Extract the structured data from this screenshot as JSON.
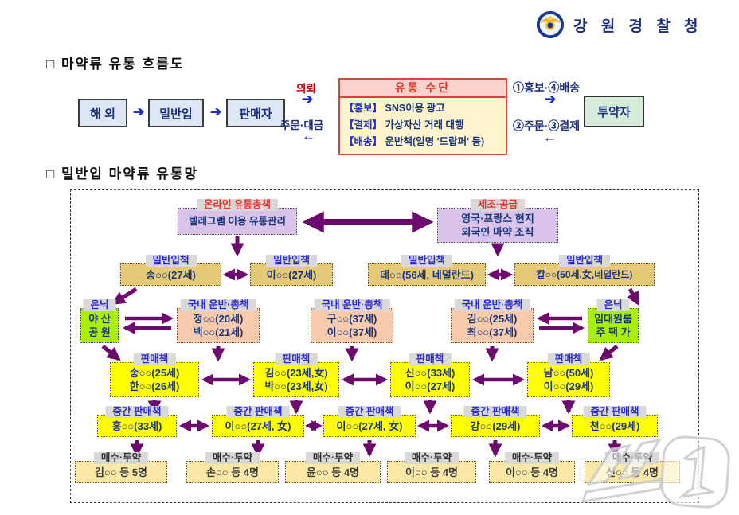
{
  "palette": {
    "arrow_purple": "#6d0a6d",
    "navy": "#17357c",
    "label_blue": "#2b2bd4",
    "label_red": "#e0362b",
    "tab_gray": "#d9d9d9",
    "lavender": "#d9c3ea",
    "tan": "#e6c977",
    "peach": "#f9cbad",
    "green": "#aaee00",
    "yellow": "#ffff00",
    "cream": "#fbe8a6"
  },
  "icons": {
    "arrow_right": "➔",
    "arrow_left": "←"
  },
  "header": {
    "agency_title": "강 원 경 찰 청"
  },
  "watermark": "뉴스1",
  "section1": {
    "title": "□ 마약류 유통 흐름도",
    "nodes": [
      "해 외",
      "밀반입",
      "판매자"
    ],
    "request_label": "의뢰",
    "order_label": "주문·대금",
    "means": {
      "title": "유통 수단",
      "rows": [
        {
          "tag": "【홍보】",
          "text": "SNS이용 광고"
        },
        {
          "tag": "【결제】",
          "text": "가상자산 거래 대행"
        },
        {
          "tag": "【배송】",
          "text": "운반책(일명 '드랍퍼' 등)"
        }
      ]
    },
    "promo_delivery": "①홍보·④배송",
    "order_payment": "②주문·③결제",
    "user_node": "투약자"
  },
  "section2": {
    "title": "□ 밀반입 마약류 유통망"
  },
  "network": {
    "top": [
      {
        "label": "온라인 유통총책",
        "lines": [
          "텔레그램 이용 유통관리"
        ]
      },
      {
        "label": "제조·공급",
        "lines": [
          "영국·프랑스 현지",
          "외국인 마약 조직"
        ]
      }
    ],
    "smugglers": [
      {
        "label": "밀반입책",
        "name": "송○○(27세)"
      },
      {
        "label": "밀반입책",
        "name": "이○○(27세)"
      },
      {
        "label": "밀반입책",
        "name": "데○○(56세, 네덜란드)"
      },
      {
        "label": "밀반입책",
        "name": "칼○○(50세,女,네덜란드)"
      }
    ],
    "hideouts": [
      {
        "label": "은닉",
        "lines": [
          "야 산",
          "공 원"
        ]
      },
      {
        "label": "은닉",
        "lines": [
          "임대원룸",
          "주 택 가"
        ]
      }
    ],
    "transporters": [
      {
        "label": "국내 운반·총책",
        "lines": [
          "정○○(20세)",
          "백○○(21세)"
        ]
      },
      {
        "label": "국내 운반·총책",
        "lines": [
          "구○○(37세)",
          "이○○(37세)"
        ]
      },
      {
        "label": "국내 운반·총책",
        "lines": [
          "김○○(25세)",
          "최○○(37세)"
        ]
      }
    ],
    "sellers": [
      {
        "label": "판매책",
        "lines": [
          "송○○(25세)",
          "한○○(26세)"
        ]
      },
      {
        "label": "판매책",
        "lines": [
          "김○○(23세,女)",
          "박○○(23세,女)"
        ]
      },
      {
        "label": "판매책",
        "lines": [
          "신○○(33세)",
          "이○○(27세)"
        ]
      },
      {
        "label": "판매책",
        "lines": [
          "남○○(50세)",
          "이○○(29세)"
        ]
      }
    ],
    "middlemen": [
      {
        "label": "중간 판매책",
        "name": "홍○○(33세)"
      },
      {
        "label": "중간 판매책",
        "name": "이○○(27세, 女)"
      },
      {
        "label": "중간 판매책",
        "name": "이○○(27세, 女)"
      },
      {
        "label": "중간 판매책",
        "name": "강○○(29세)"
      },
      {
        "label": "중간 판매책",
        "name": "천○○(29세)"
      }
    ],
    "buyers": [
      {
        "label": "매수·투약",
        "name": "김○○ 등 5명"
      },
      {
        "label": "매수·투약",
        "name": "손○○ 등 4명"
      },
      {
        "label": "매수·투약",
        "name": "윤○○ 등 4명"
      },
      {
        "label": "매수·투약",
        "name": "이○○ 등 4명"
      },
      {
        "label": "매수·투약",
        "name": "이○○ 등 4명"
      },
      {
        "label": "매수·투약",
        "name": "신○○ 등 4명"
      }
    ]
  }
}
